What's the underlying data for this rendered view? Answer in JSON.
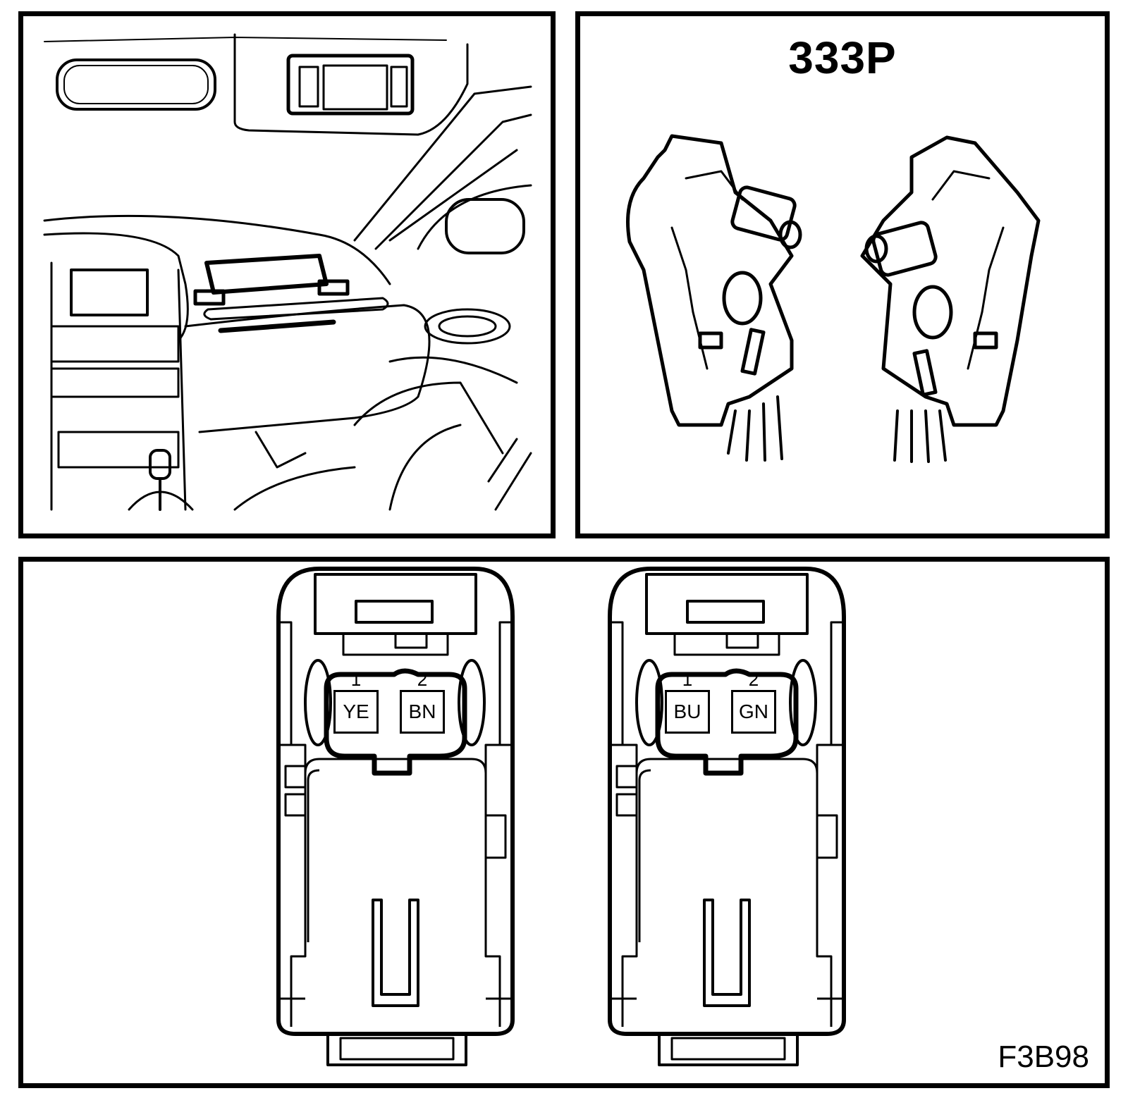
{
  "connector_id": "333P",
  "figure_code": "F3B98",
  "connectors": [
    {
      "pins": [
        {
          "number": "1",
          "color_code": "YE"
        },
        {
          "number": "2",
          "color_code": "BN"
        }
      ]
    },
    {
      "pins": [
        {
          "number": "1",
          "color_code": "BU"
        },
        {
          "number": "2",
          "color_code": "GN"
        }
      ]
    }
  ]
}
